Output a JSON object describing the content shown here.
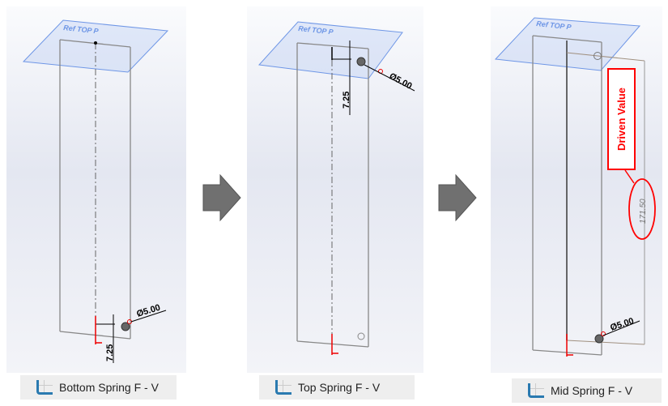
{
  "panels": [
    {
      "caption": "Bottom Spring F - V",
      "plane_label": "Ref TOP P",
      "dim_offset": "7.25",
      "dim_diameter": "Ø5.00"
    },
    {
      "caption": "Top Spring F - V",
      "plane_label": "Ref TOP P",
      "dim_offset": "7.25",
      "dim_diameter": "Ø5.00"
    },
    {
      "caption": "Mid Spring F - V",
      "plane_label": "Ref TOP P",
      "dim_driven": "171.50",
      "dim_diameter": "Ø5.00",
      "callout": "Driven Value"
    }
  ],
  "colors": {
    "plane": "#6e96e6",
    "callout": "#ff0000",
    "arrow": "#707070"
  }
}
